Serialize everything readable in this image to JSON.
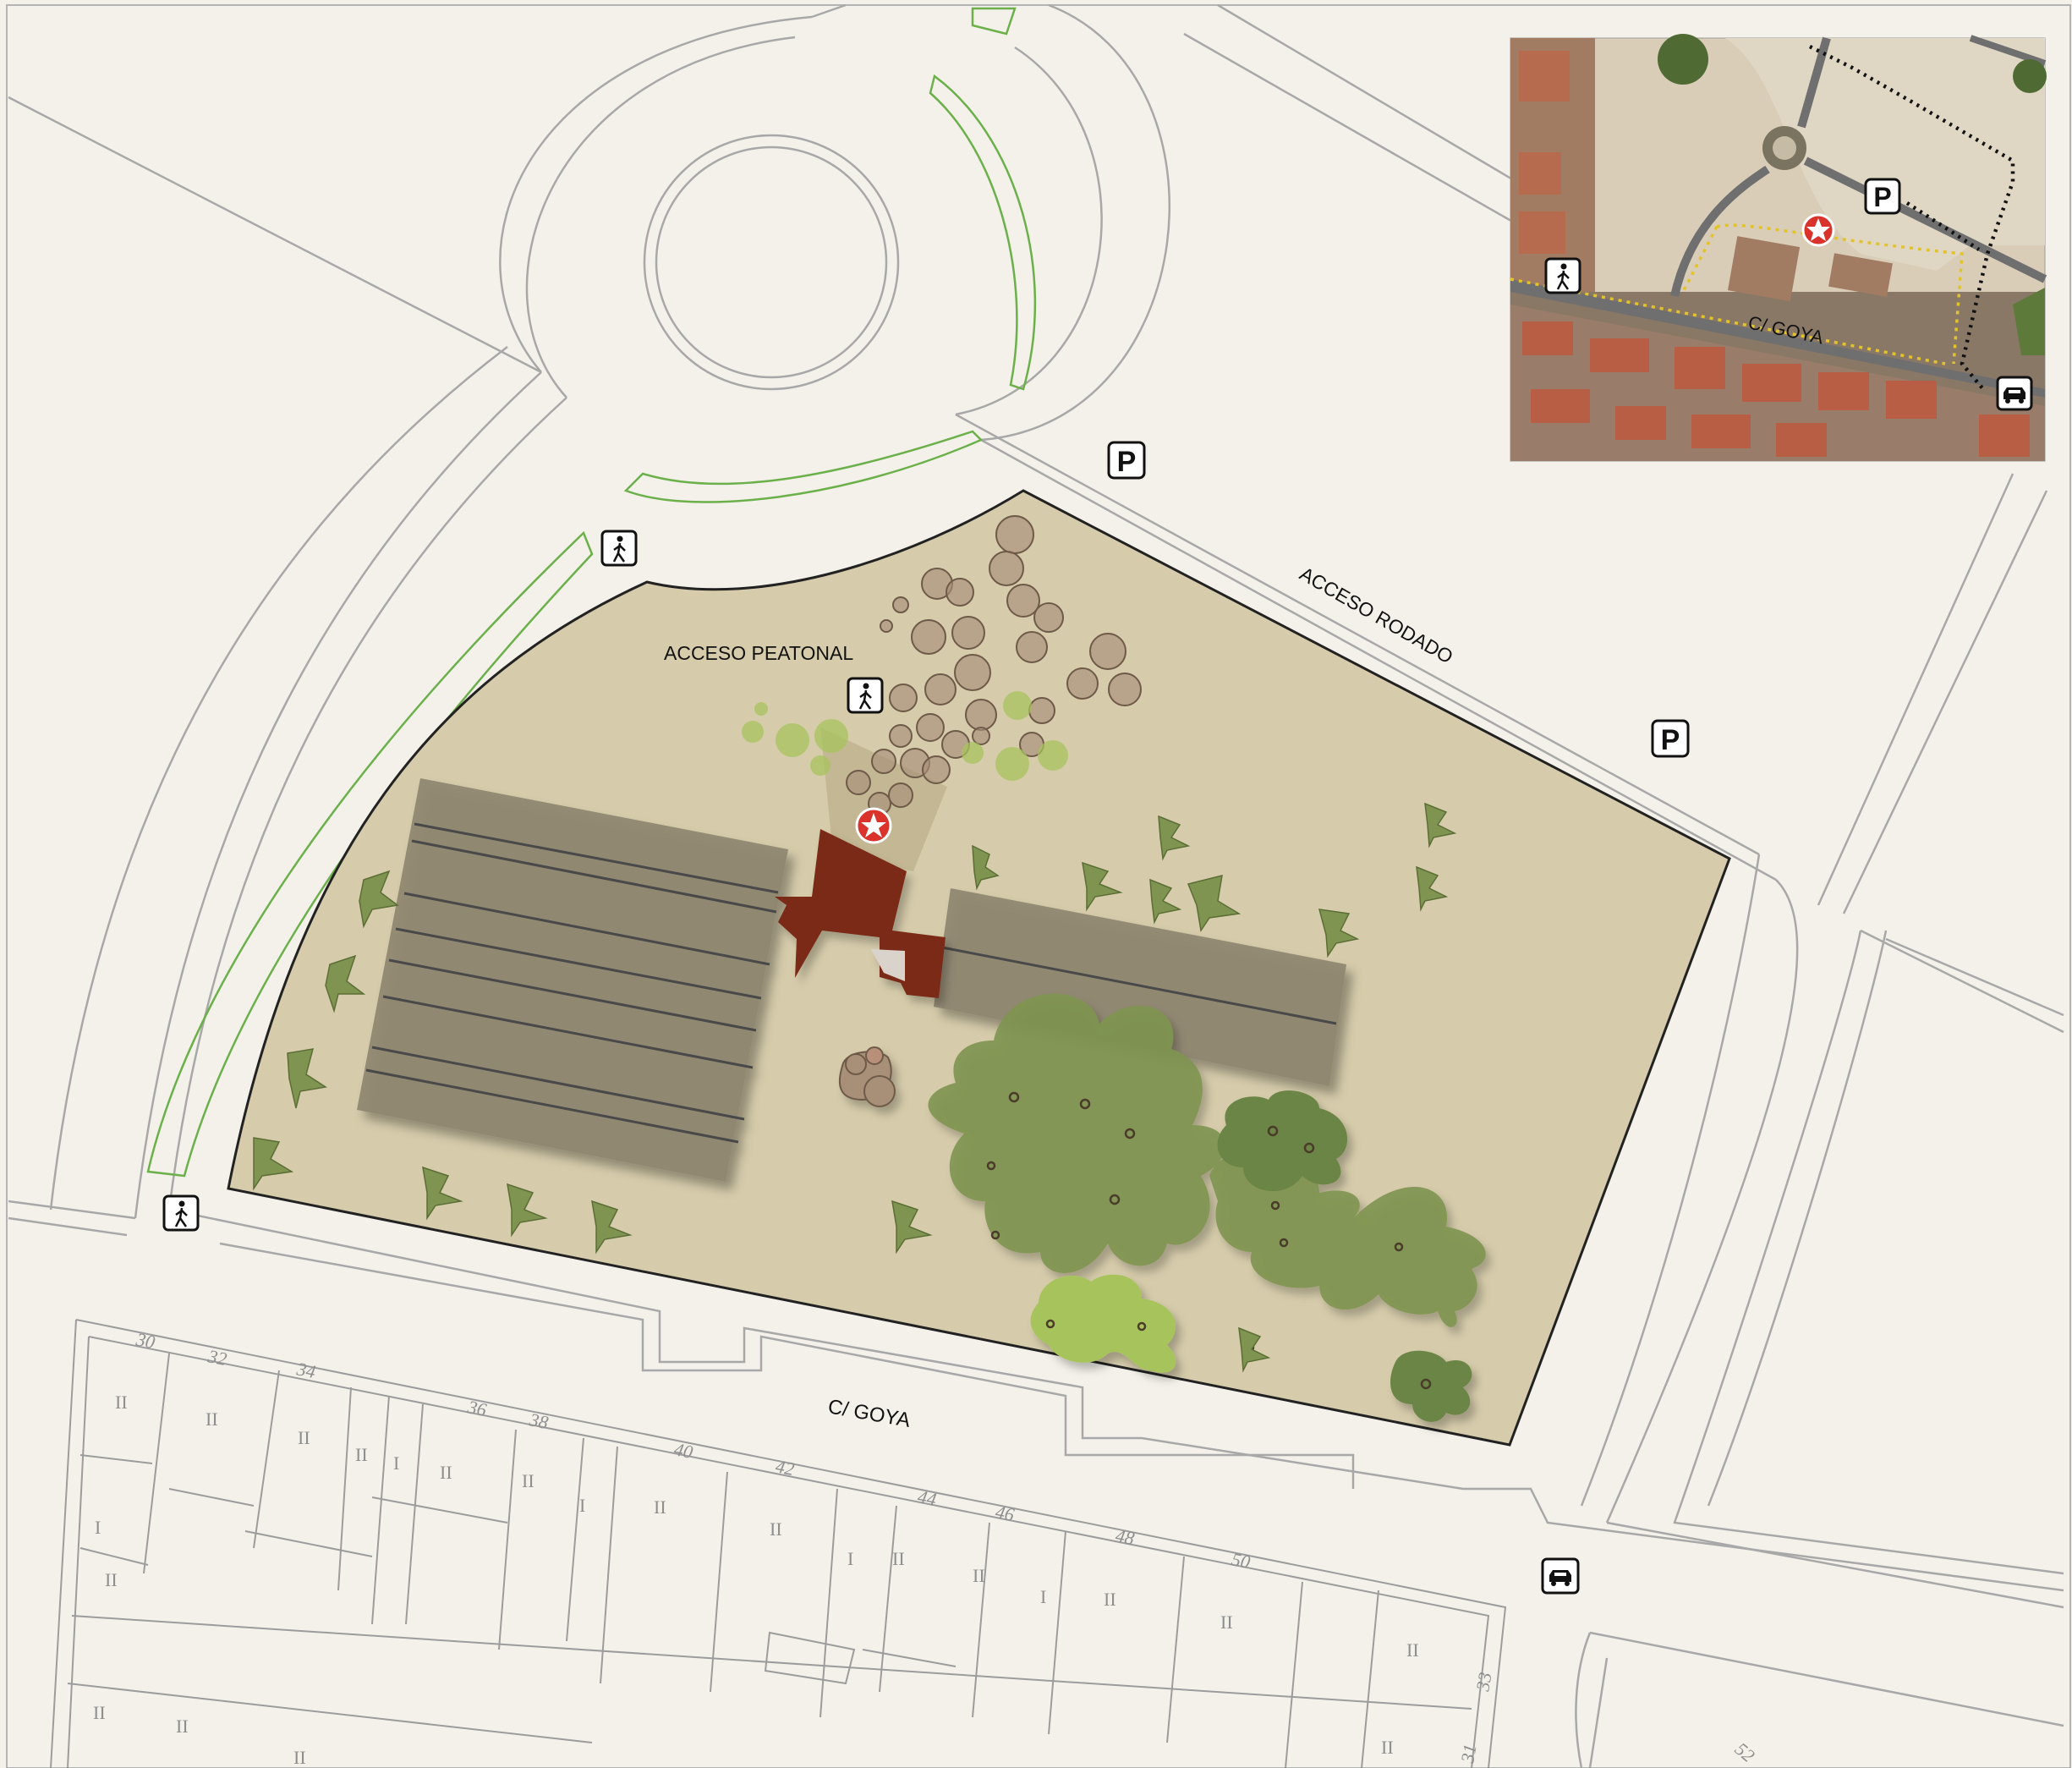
{
  "labels": {
    "acceso_peatonal": "ACCESO PEATONAL",
    "acceso_rodado": "ACCESO RODADO",
    "calle": "C/ GOYA",
    "inset_calle": "C/ GOYA"
  },
  "icons": {
    "parking_letter": "P",
    "pedestrian": "pedestrian-icon",
    "car": "car-icon",
    "star": "location-star-icon"
  },
  "colors": {
    "background": "#f3f1e9",
    "site": "#d6ccab",
    "building_roof": "#8e8670",
    "central_building": "#7a2a14",
    "tree_brown": "#a88f78",
    "tree_green": "#7e9450",
    "tree_light": "#a7c35c",
    "star_red": "#d9332b",
    "greenway": "#6cb04b"
  },
  "house_numbers": [
    "30",
    "32",
    "34",
    "36",
    "38",
    "40",
    "42",
    "44",
    "46",
    "48",
    "50",
    "33",
    "31",
    "52"
  ],
  "floor_marks": {
    "two": "II",
    "one": "I"
  }
}
